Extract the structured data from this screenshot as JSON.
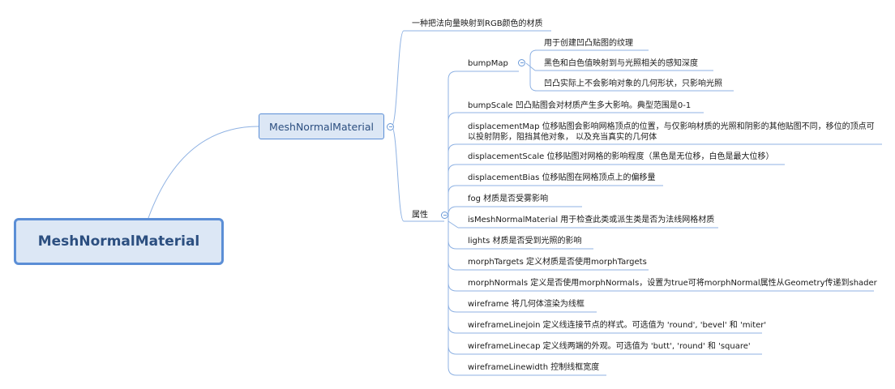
{
  "root": {
    "label": "MeshNormalMaterial"
  },
  "main": {
    "label": "MeshNormalMaterial"
  },
  "desc": {
    "label": "一种把法向量映射到RGB颜色的材质"
  },
  "attr": {
    "label": "属性"
  },
  "bumpmap": {
    "label": "bumpMap",
    "children": [
      "用于创建凹凸贴图的纹理",
      "黑色和白色值映射到与光照相关的感知深度",
      "凹凸实际上不会影响对象的几何形状，只影响光照"
    ]
  },
  "props": [
    "bumpScale 凹凸贴图会对材质产生多大影响。典型范围是0-1",
    "displacementMap 位移贴图会影响网格顶点的位置，与仅影响材质的光照和阴影的其他贴图不同，移位的顶点可以投射阴影，阻挡其他对象， 以及充当真实的几何体",
    "displacementScale 位移贴图对网格的影响程度（黑色是无位移，白色是最大位移）",
    "displacementBias 位移贴图在网格顶点上的偏移量",
    "fog 材质是否受雾影响",
    "isMeshNormalMaterial 用于检查此类或派生类是否为法线网格材质",
    "lights 材质是否受到光照的影响",
    "morphTargets 定义材质是否使用morphTargets",
    "morphNormals 定义是否使用morphNormals，设置为true可将morphNormal属性从Geometry传递到shader",
    "wireframe 将几何体渲染为线框",
    "wireframeLinejoin 定义线连接节点的样式。可选值为 'round', 'bevel' 和 'miter'",
    "wireframeLinecap 定义线两端的外观。可选值为 'butt', 'round' 和 'square'",
    "wireframeLinewidth 控制线框宽度"
  ],
  "colors": {
    "line": "#8fb2e3",
    "node_border": "#5b8ed6",
    "node_fill": "#dce7f5",
    "node_text": "#2c4f80"
  }
}
